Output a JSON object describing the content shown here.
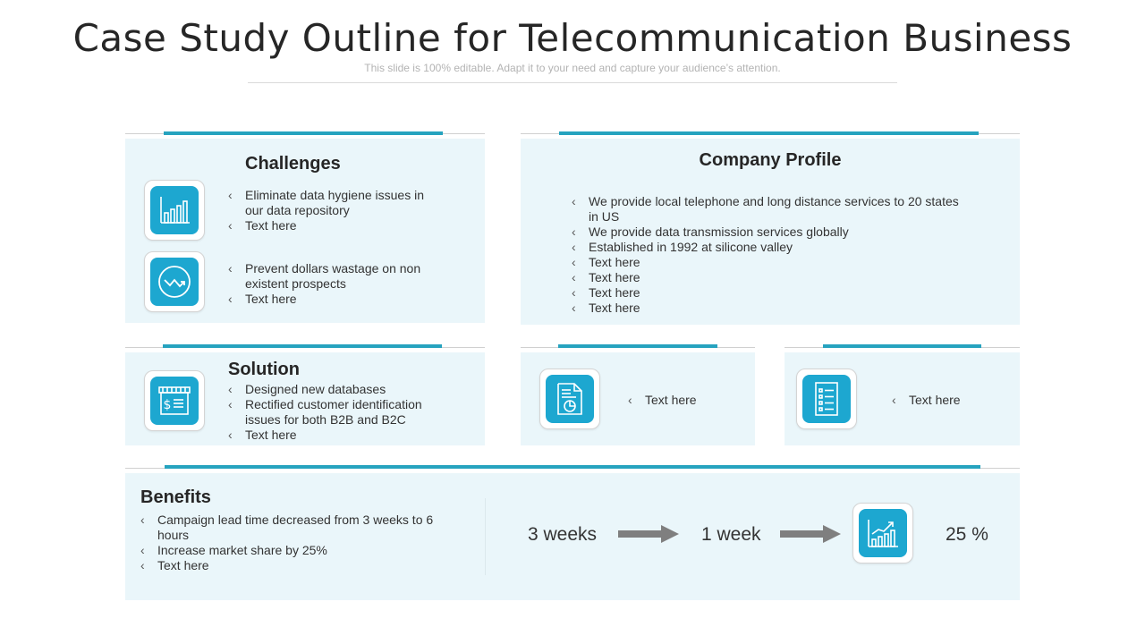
{
  "header": {
    "title": "Case Study Outline for Telecommunication Business",
    "subtitle": "This slide is 100% editable. Adapt it to your need and capture your audience’s attention."
  },
  "challenges": {
    "title": "Challenges",
    "group1": [
      "Eliminate data hygiene issues in our data repository",
      "Text here"
    ],
    "group2": [
      "Prevent dollars wastage on non existent prospects",
      "Text here"
    ]
  },
  "company_profile": {
    "title": "Company Profile",
    "items": [
      "We provide local telephone and long distance services to 20 states in US",
      "We provide data transmission services globally",
      "Established in 1992 at silicone valley",
      "Text here",
      "Text here",
      "Text here",
      "Text here"
    ]
  },
  "solution": {
    "title": "Solution",
    "items": [
      "Designed new databases",
      "Rectified customer identification issues for both B2B and B2C",
      "Text here"
    ]
  },
  "mini1": {
    "text": "Text here"
  },
  "mini2": {
    "text": "Text here"
  },
  "benefits": {
    "title": "Benefits",
    "items": [
      "Campaign lead time decreased from 3 weeks to 6 hours",
      "Increase market share by 25%",
      "Text here"
    ],
    "flow_from": "3 weeks",
    "flow_to": "1 week",
    "result": "25 %"
  },
  "icons": {
    "challenge1": "bar-chart-icon",
    "challenge2": "declining-graph-icon",
    "solution": "billboard-dollar-icon",
    "mini1": "report-document-icon",
    "mini2": "checklist-icon",
    "benefits": "growth-chart-icon"
  },
  "colors": {
    "accent": "#26a3bf",
    "icon_fill": "#1da7d0",
    "card_bg": "#eaf6fa"
  }
}
